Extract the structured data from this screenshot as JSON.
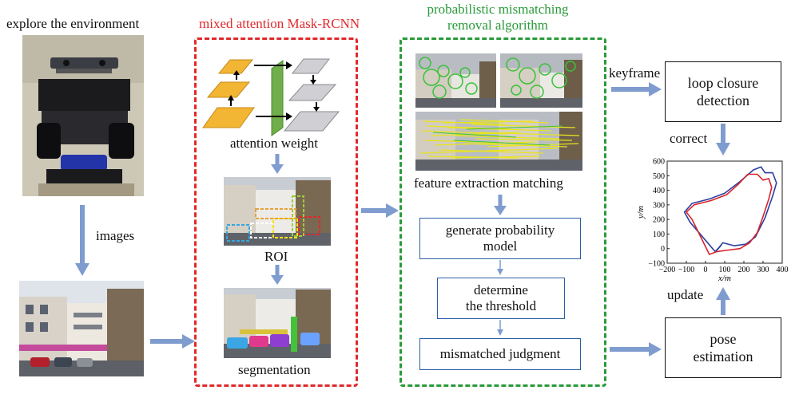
{
  "left": {
    "explore_label": "explore the environment",
    "images_label": "images"
  },
  "attention": {
    "title": "mixed attention Mask-RCNN",
    "weight_label": "attention weight",
    "roi_label": "ROI",
    "segmentation_label": "segmentation"
  },
  "mismatch": {
    "title_line1": "probabilistic mismatching",
    "title_line2": "removal algorithm",
    "feature_label": "feature extraction matching",
    "steps": [
      {
        "line1": "generate probability",
        "line2": "model"
      },
      {
        "line1": "determine",
        "line2": "the threshold"
      },
      {
        "line1": "mismatched judgment",
        "line2": ""
      }
    ]
  },
  "right": {
    "keyframe_label": "keyframe",
    "loop_line1": "loop closure",
    "loop_line2": "detection",
    "correct_label": "correct",
    "update_label": "update",
    "pose_line1": "pose",
    "pose_line2": "estimation"
  },
  "chart_data": {
    "type": "line",
    "xlabel": "x/m",
    "ylabel": "y/m",
    "x_ticks": [
      "−200",
      "−100",
      "0",
      "100",
      "200",
      "300",
      "400"
    ],
    "y_ticks": [
      "600",
      "500",
      "400",
      "300",
      "200",
      "100",
      "0",
      "−100"
    ],
    "xlim": [
      -200,
      400
    ],
    "ylim": [
      -100,
      600
    ],
    "series": [
      {
        "color": "#2b3f9e",
        "x": [
          80,
          50,
          -80,
          -110,
          -70,
          20,
          100,
          180,
          250,
          290,
          310,
          350,
          370,
          350,
          310,
          260,
          210,
          150,
          90,
          60
        ],
        "y": [
          20,
          -20,
          180,
          250,
          310,
          340,
          380,
          460,
          540,
          560,
          520,
          520,
          450,
          360,
          210,
          80,
          30,
          20,
          40,
          -10
        ]
      },
      {
        "color": "#d9232d",
        "x": [
          20,
          -70,
          -100,
          -60,
          30,
          110,
          170,
          220,
          270,
          300,
          330,
          345,
          330,
          300,
          270,
          230,
          180,
          120,
          60,
          20
        ],
        "y": [
          -40,
          200,
          250,
          300,
          330,
          370,
          440,
          510,
          510,
          470,
          480,
          420,
          340,
          220,
          110,
          40,
          0,
          -10,
          -20,
          -40
        ]
      }
    ]
  },
  "colors": {
    "arrow": "#7f9ccf",
    "red_dash": "#e0292c",
    "green_dash": "#2a9a3a",
    "box_border": "#2b5ea8",
    "orange": "#f2b534",
    "green_bar": "#6fae4a",
    "gray_plane": "#cfcfd4"
  }
}
